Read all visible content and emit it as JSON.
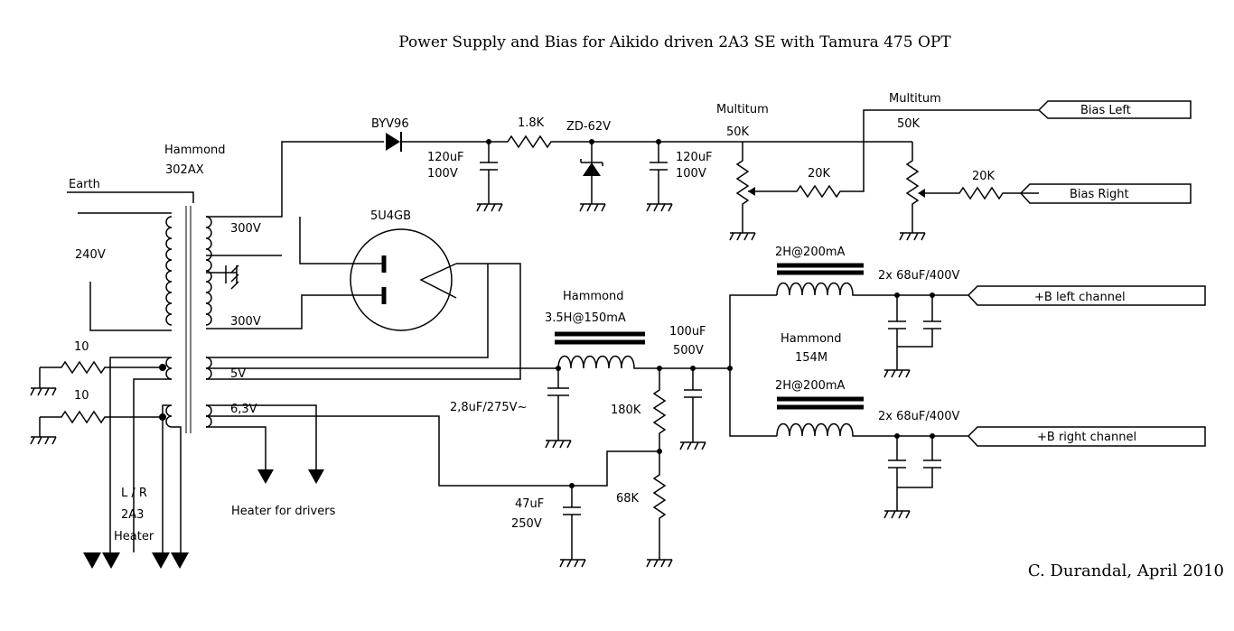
{
  "title": "Power Supply and Bias for Aikido driven 2A3 SE with Tamura 475 OPT",
  "author": "C. Durandal, April 2010",
  "labels": {
    "earth": "Earth",
    "mains": "240V",
    "transformer_make": "Hammond",
    "transformer_model": "302AX",
    "hv_top": "300V",
    "hv_bottom": "300V",
    "fil_5v": "5V",
    "fil_63v": "6,3V",
    "res10_a": "10",
    "res10_b": "10",
    "heater_l_r": "L / R",
    "heater_2a3": "2A3",
    "heater_word": "Heater",
    "heater_drivers": "Heater for drivers",
    "rectifier_diode": "BYV96",
    "res_1k8": "1.8K",
    "zener": "ZD-62V",
    "cap_bias1_val": "120uF",
    "cap_bias1_v": "100V",
    "cap_bias2_val": "120uF",
    "cap_bias2_v": "100V",
    "pot1_make": "Multitum",
    "pot1_val": "50K",
    "pot2_make": "Multitum",
    "pot2_val": "50K",
    "res20k_1": "20K",
    "res20k_2": "20K",
    "bias_left": "Bias Left",
    "bias_right": "Bias Right",
    "rectifier_tube": "5U4GB",
    "choke1_make": "Hammond",
    "choke1_val": "3.5H@150mA",
    "cap_filter": "2,8uF/275V~",
    "cap_res_val": "100uF",
    "cap_res_v": "500V",
    "res_180k": "180K",
    "res_68k": "68K",
    "cap_47_val": "47uF",
    "cap_47_v": "250V",
    "choke_top": "2H@200mA",
    "choke_bottom": "2H@200mA",
    "choke_make": "Hammond",
    "choke_model": "154M",
    "caps_left": "2x 68uF/400V",
    "caps_right": "2x 68uF/400V",
    "out_left": "+B left channel",
    "out_right": "+B right channel"
  }
}
